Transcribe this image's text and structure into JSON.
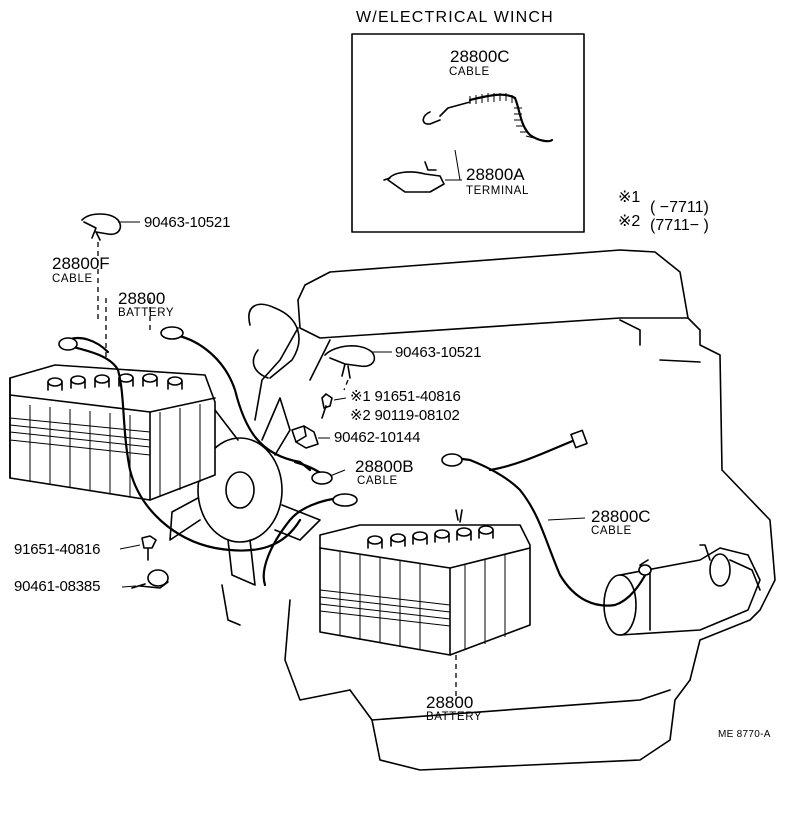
{
  "header": {
    "title": "W/ELECTRICAL WINCH"
  },
  "inset": {
    "cable_part": "28800C",
    "cable_name": "CABLE",
    "terminal_part": "28800A",
    "terminal_name": "TERMINAL"
  },
  "legend": {
    "mark1": "※1",
    "range1": "(      −7711)",
    "mark2": "※2",
    "range2": "(7711−       )"
  },
  "callouts": {
    "clamp_top_left": "90463-10521",
    "cable_f_part": "28800F",
    "cable_f_name": "CABLE",
    "battery_left_part": "28800",
    "battery_left_name": "BATTERY",
    "clamp_engine": "90463-10521",
    "bolt_1": "※1 91651-40816",
    "bolt_2": "※2 90119-08102",
    "clamp_small": "90462-10144",
    "cable_b_part": "28800B",
    "cable_b_name": "CABLE",
    "cable_c_part": "28800C",
    "cable_c_name": "CABLE",
    "bolt_left": "91651-40816",
    "clamp_left": "90461-08385",
    "battery_bottom_part": "28800",
    "battery_bottom_name": "BATTERY",
    "drawing_code": "ME  8770-A"
  }
}
